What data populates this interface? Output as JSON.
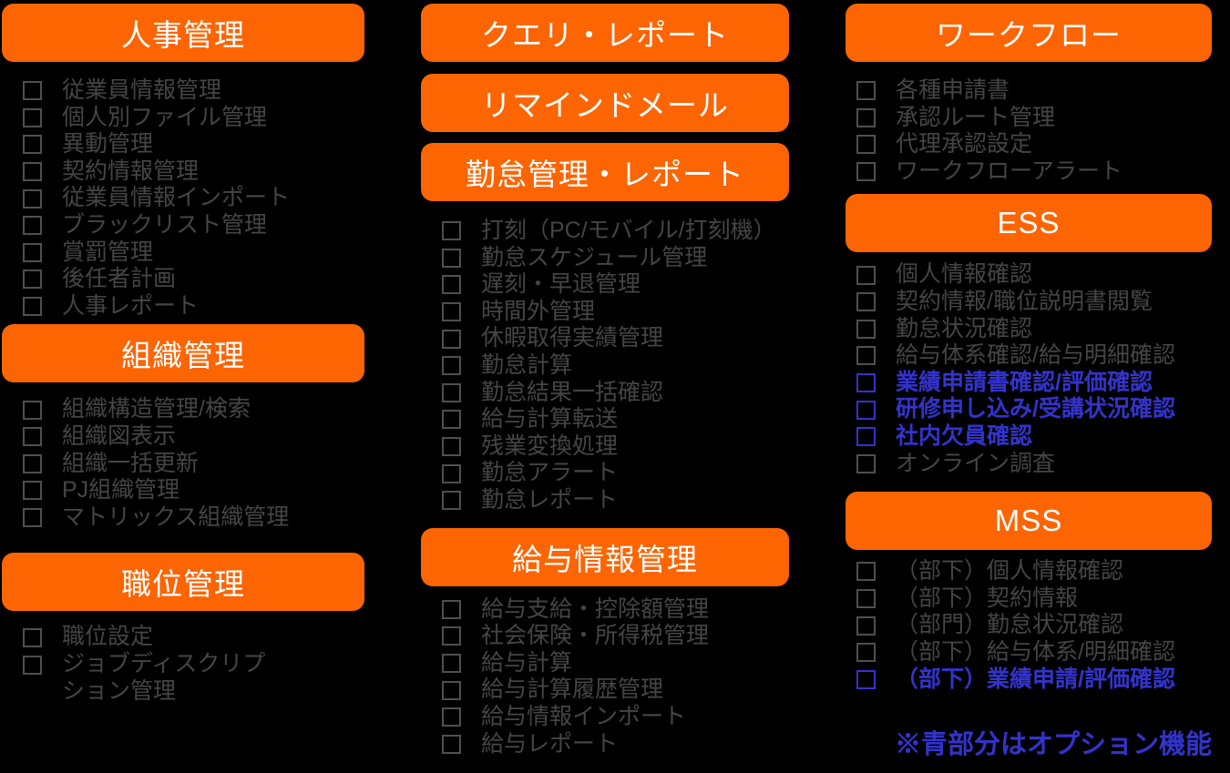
{
  "colors": {
    "background": "#000000",
    "header_bg": "#FC6502",
    "header_text": "#FFFFFF",
    "item_text": "#454545",
    "checkbox_border": "#4F4F4F",
    "option_accent": "#3333CC"
  },
  "icons": {
    "checkbox": "□"
  },
  "col1": {
    "header_hr": "人事管理",
    "hr_items": [
      "従業員情報管理",
      "個人別ファイル管理",
      "異動管理",
      "契約情報管理",
      "従業員情報インポート",
      "ブラックリスト管理",
      "賞罰管理",
      "後任者計画",
      "人事レポート"
    ],
    "header_org": "組織管理",
    "org_items": [
      "組織構造管理/検索",
      "組織図表示",
      "組織一括更新",
      "PJ組織管理",
      "マトリックス組織管理"
    ],
    "header_pos": "職位管理",
    "pos_items": [
      "職位設定",
      "ジョブディスクリプション管理"
    ]
  },
  "col2": {
    "header_query": "クエリ・レポート",
    "header_remind": "リマインドメール",
    "header_time": "勤怠管理・レポート",
    "time_items": [
      "打刻（PC/モバイル/打刻機）",
      "勤怠スケジュール管理",
      "遅刻・早退管理",
      "時間外管理",
      "休暇取得実績管理",
      "勤怠計算",
      "勤怠結果一括確認",
      "給与計算転送",
      "残業変換処理",
      "勤怠アラート",
      "勤怠レポート"
    ],
    "header_payroll": "給与情報管理",
    "payroll_items": [
      "給与支給・控除額管理",
      "社会保険・所得税管理",
      "給与計算",
      "給与計算履歴管理",
      "給与情報インポート",
      "給与レポート"
    ]
  },
  "col3": {
    "header_workflow": "ワークフロー",
    "workflow_items": [
      "各種申請書",
      "承認ルート管理",
      "代理承認設定",
      "ワークフローアラート"
    ],
    "header_ess": "ESS",
    "ess_items": [
      {
        "label": "個人情報確認",
        "option": false
      },
      {
        "label": "契約情報/職位説明書閲覧",
        "option": false
      },
      {
        "label": "勤怠状況確認",
        "option": false
      },
      {
        "label": "給与体系確認/給与明細確認",
        "option": false
      },
      {
        "label": "業績申請書確認/評価確認",
        "option": true
      },
      {
        "label": "研修申し込み/受講状況確認",
        "option": true
      },
      {
        "label": "社内欠員確認",
        "option": true
      },
      {
        "label": "オンライン調査",
        "option": false
      }
    ],
    "header_mss": "MSS",
    "mss_items": [
      {
        "label": "（部下）個人情報確認",
        "option": false
      },
      {
        "label": "（部下）契約情報",
        "option": false
      },
      {
        "label": "（部門）勤怠状況確認",
        "option": false
      },
      {
        "label": "（部下）給与体系/明細確認",
        "option": false
      },
      {
        "label": "（部下）業績申請/評価確認",
        "option": true
      }
    ],
    "note": "※青部分はオプション機能"
  }
}
